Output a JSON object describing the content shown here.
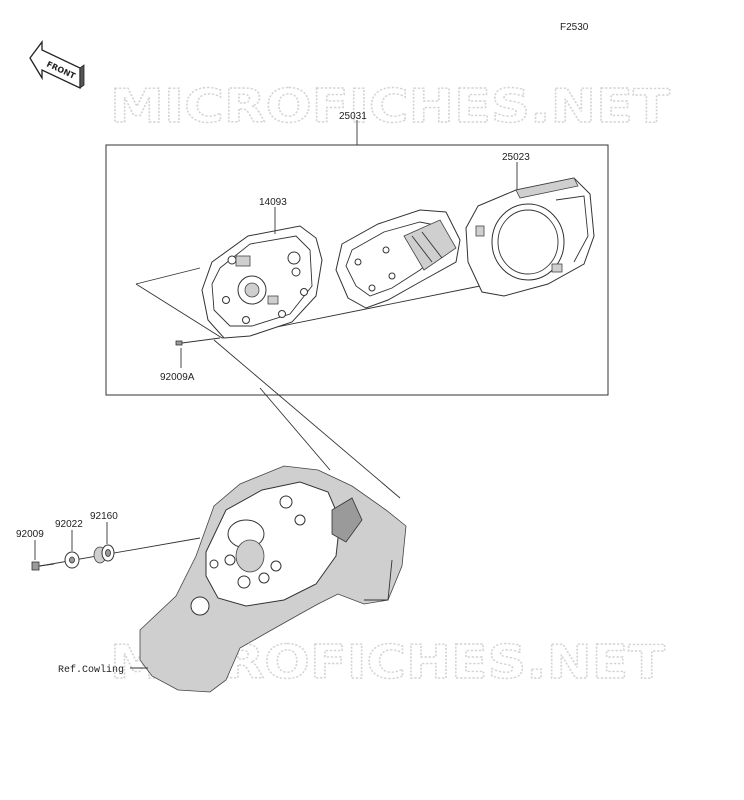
{
  "figure_code": "F2530",
  "front_arrow_text": "FRONT",
  "watermark_text": "MICROFICHES.NET",
  "parts": {
    "assembly": "25031",
    "case_lower": "14093",
    "cover_upper": "25023",
    "screw_meter": "92009A",
    "bolt": "92009",
    "washer": "92022",
    "damper": "92160",
    "reference": "Ref.Cowling"
  }
}
